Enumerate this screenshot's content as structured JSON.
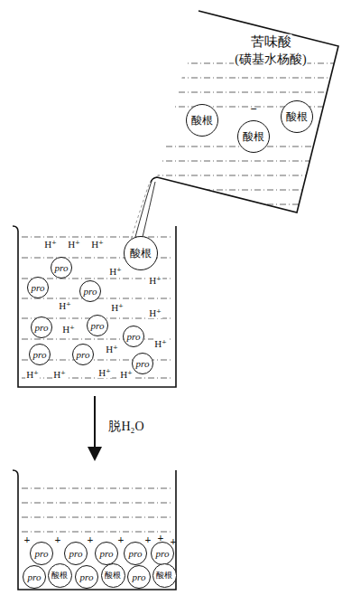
{
  "diagram": {
    "nodes": [
      {
        "text": [
          "酸根"
        ]
      },
      {
        "text": [
          "酸根"
        ]
      },
      {
        "text": [
          "酸根"
        ]
      },
      {
        "text": [
          "酸根"
        ]
      },
      {
        "text": [
          "pro"
        ]
      },
      {
        "text": [
          "pro"
        ]
      },
      {
        "text": [
          "pro"
        ]
      },
      {
        "text": [
          "pro"
        ]
      },
      {
        "text": [
          "pro"
        ]
      },
      {
        "text": [
          "pro"
        ]
      },
      {
        "text": [
          "pro"
        ]
      },
      {
        "text": [
          "pro"
        ]
      },
      {
        "text": [
          "pro"
        ]
      },
      {
        "text": [
          "pro"
        ]
      },
      {
        "text": [
          "pro"
        ]
      },
      {
        "text": [
          "pro"
        ]
      },
      {
        "text": [
          "pro"
        ]
      },
      {
        "text": [
          "pro"
        ]
      },
      {
        "text": [
          "pro"
        ]
      },
      {
        "text": [
          "酸根"
        ]
      },
      {
        "text": [
          "pro"
        ]
      },
      {
        "text": [
          "酸根"
        ]
      },
      {
        "text": [
          "pro"
        ]
      },
      {
        "text": [
          "酸根"
        ]
      }
    ],
    "labels": [
      "苦味酸",
      "(磺基水杨酸)",
      "−",
      "H⁺",
      "H⁺",
      "H⁺",
      "H⁺",
      "H⁺",
      "H⁺",
      "H⁺",
      "H⁺",
      "H⁺",
      "H⁺",
      "H⁺",
      "H⁺",
      "H⁺",
      "H⁺",
      "H⁺",
      "脱H₂O",
      "+",
      "+",
      "+",
      "+",
      "+",
      "+",
      "+"
    ]
  }
}
